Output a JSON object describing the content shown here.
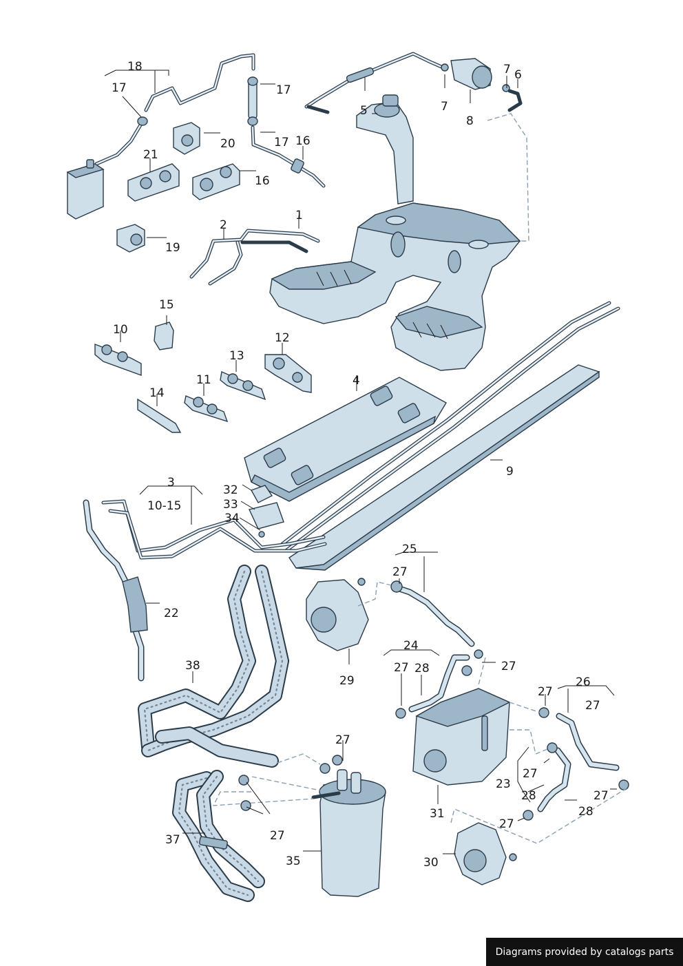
{
  "labels": {
    "l1": "1",
    "l2": "2",
    "l3": "3",
    "l3r": "10-15",
    "l4": "4",
    "l5": "5",
    "l6": "6",
    "l7a": "7",
    "l7b": "7",
    "l8": "8",
    "l9": "9",
    "l10": "10",
    "l11": "11",
    "l12": "12",
    "l13": "13",
    "l14": "14",
    "l15": "15",
    "l16a": "16",
    "l16b": "16",
    "l17a": "17",
    "l17b": "17",
    "l17c": "17",
    "l18": "18",
    "l19": "19",
    "l20": "20",
    "l21": "21",
    "l22": "22",
    "l23": "23",
    "l24": "24",
    "l25": "25",
    "l26": "26",
    "l27a": "27",
    "l27b": "27",
    "l27c": "27",
    "l27d": "27",
    "l27e": "27",
    "l27f": "27",
    "l27g": "27",
    "l27h": "27",
    "l27i": "27",
    "l27j": "27",
    "l28a": "28",
    "l28b": "28",
    "l28c": "28",
    "l29": "29",
    "l30": "30",
    "l31": "31",
    "l32": "32",
    "l33": "33",
    "l34": "34",
    "l35": "35",
    "l37": "37",
    "l38": "38"
  },
  "footer": {
    "credit": "Diagrams provided by catalogs parts"
  },
  "colors": {
    "part_fill": "#cfdfe9",
    "part_dark": "#9db6c8",
    "outline": "#2a3b4a",
    "dashed_link": "#8a9fb5"
  }
}
